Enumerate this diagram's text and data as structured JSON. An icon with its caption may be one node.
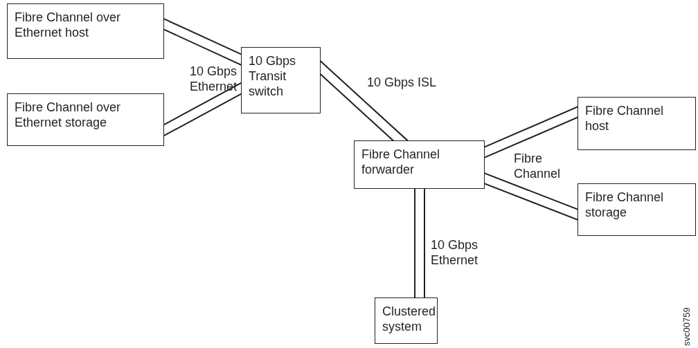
{
  "diagram": {
    "nodes": [
      {
        "text": [
          "Fibre Channel over Ethernet host"
        ]
      },
      {
        "text": [
          "Fibre Channel over Ethernet storage"
        ]
      },
      {
        "text": [
          "10 Gbps Transit switch"
        ]
      },
      {
        "text": [
          "Fibre Channel forwarder"
        ]
      },
      {
        "text": [
          "Fibre Channel host"
        ]
      },
      {
        "text": [
          "Fibre Channel storage"
        ]
      },
      {
        "text": [
          "Clustered system"
        ]
      }
    ],
    "edges": [
      {
        "from": 0,
        "to": 2,
        "arrow": "none"
      },
      {
        "from": 1,
        "to": 2,
        "arrow": "none"
      },
      {
        "from": 2,
        "to": 3,
        "arrow": "none",
        "label": "10 Gbps ISL"
      },
      {
        "from": 3,
        "to": 4,
        "arrow": "none"
      },
      {
        "from": 3,
        "to": 5,
        "arrow": "none"
      },
      {
        "from": 3,
        "to": 6,
        "arrow": "none",
        "label": "10 Gbps Ethernet"
      }
    ],
    "labels": [
      "10 Gbps Ethernet",
      "Fibre Channel",
      "svc00759"
    ]
  }
}
